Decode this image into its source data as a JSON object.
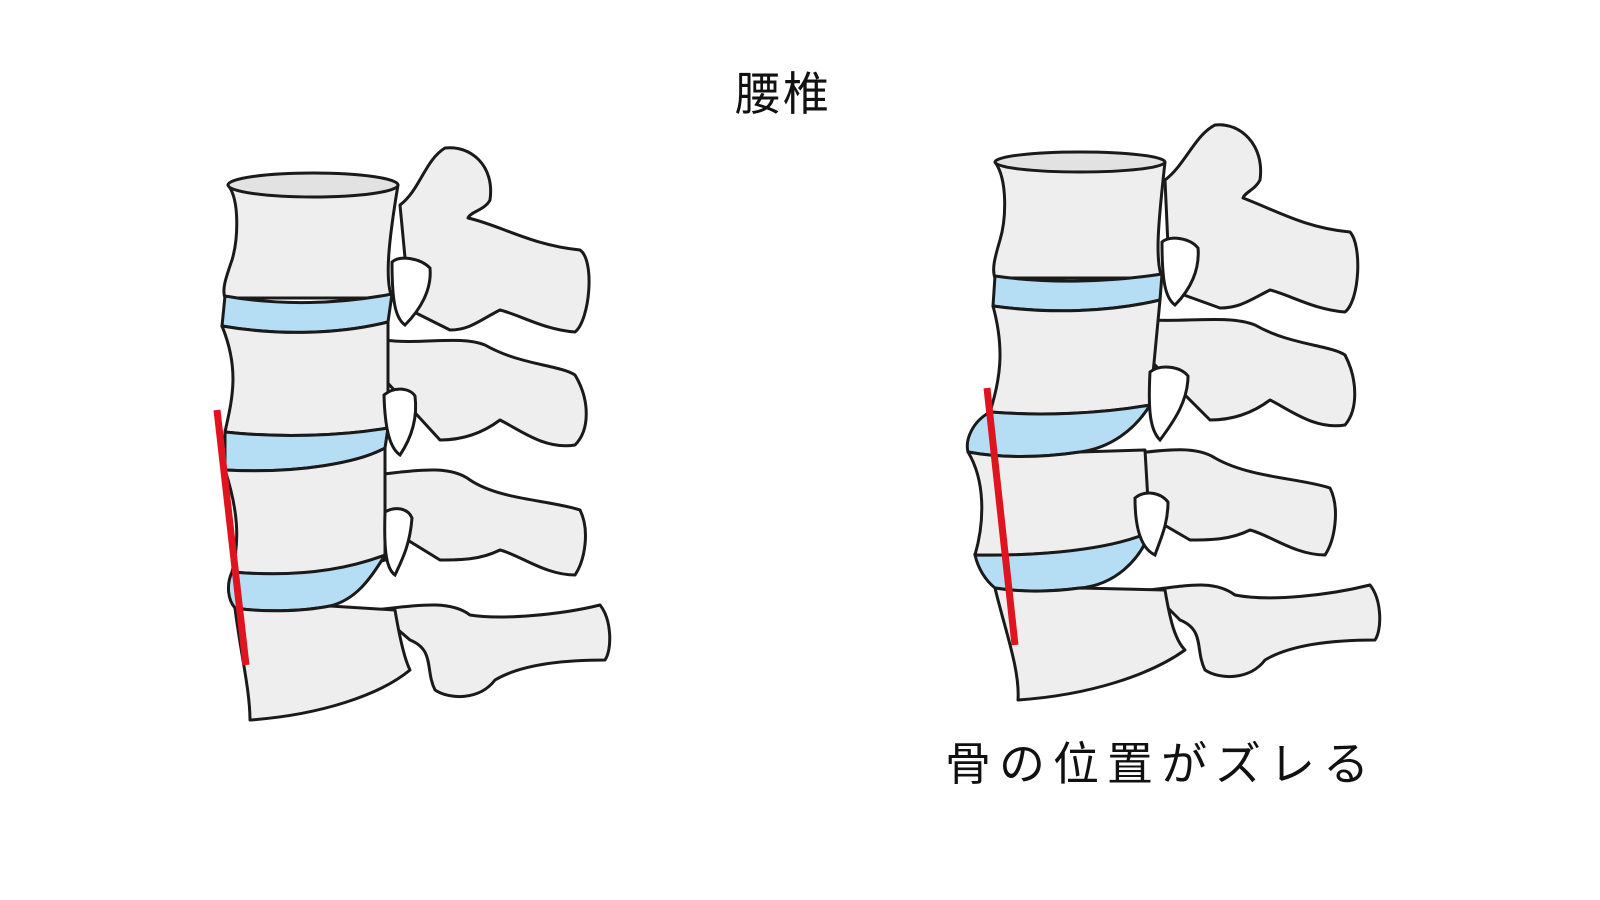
{
  "title": "腰椎",
  "caption": "骨の位置がズレる",
  "colors": {
    "bone": "#eeeeee",
    "disc": "#b5def5",
    "alignment_line": "#e0141e",
    "outline": "#1a1a1a"
  },
  "figures": [
    {
      "name": "normal-lumbar-spine"
    },
    {
      "name": "slipped-lumbar-spine"
    }
  ]
}
